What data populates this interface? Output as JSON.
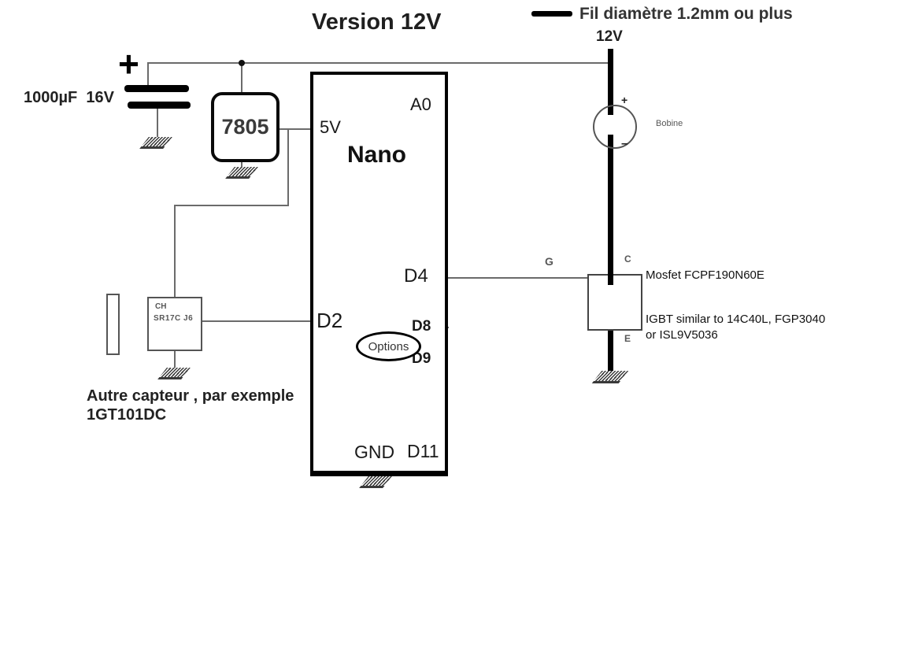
{
  "title": "Version 12V",
  "legend": {
    "wire_label": "Fil diamètre 1.2mm ou plus",
    "supply_label": "12V"
  },
  "capacitor": {
    "value": "1000µF",
    "voltage": "16V",
    "polarity": "+"
  },
  "regulator": {
    "label": "7805"
  },
  "nano": {
    "label": "Nano",
    "pin_a0": "A0",
    "pin_5v": "5V",
    "pin_d4": "D4",
    "pin_d2": "D2",
    "pin_d8": "D8",
    "pin_d9": "D9",
    "pin_gnd": "GND",
    "pin_d11": "D11",
    "options_label": "Options"
  },
  "sensor": {
    "marking_line1": "CH",
    "marking_line2": "SR17C J6",
    "caption_line1": "Autre capteur , par exemple",
    "caption_line2": "1GT101DC"
  },
  "coil": {
    "label": "Bobine",
    "plus": "+",
    "minus": "–"
  },
  "transistor": {
    "gate": "G",
    "collector": "C",
    "emitter": "E",
    "note_mosfet": "Mosfet  FCPF190N60E",
    "note_igbt_1": "IGBT similar to 14C40L, FGP3040",
    "note_igbt_2": "or ISL9V5036"
  },
  "colors": {
    "wire_thin": "#6b6b6b",
    "wire_thick": "#000000",
    "text_dark": "#1f1f1f",
    "text_gray": "#575757"
  }
}
